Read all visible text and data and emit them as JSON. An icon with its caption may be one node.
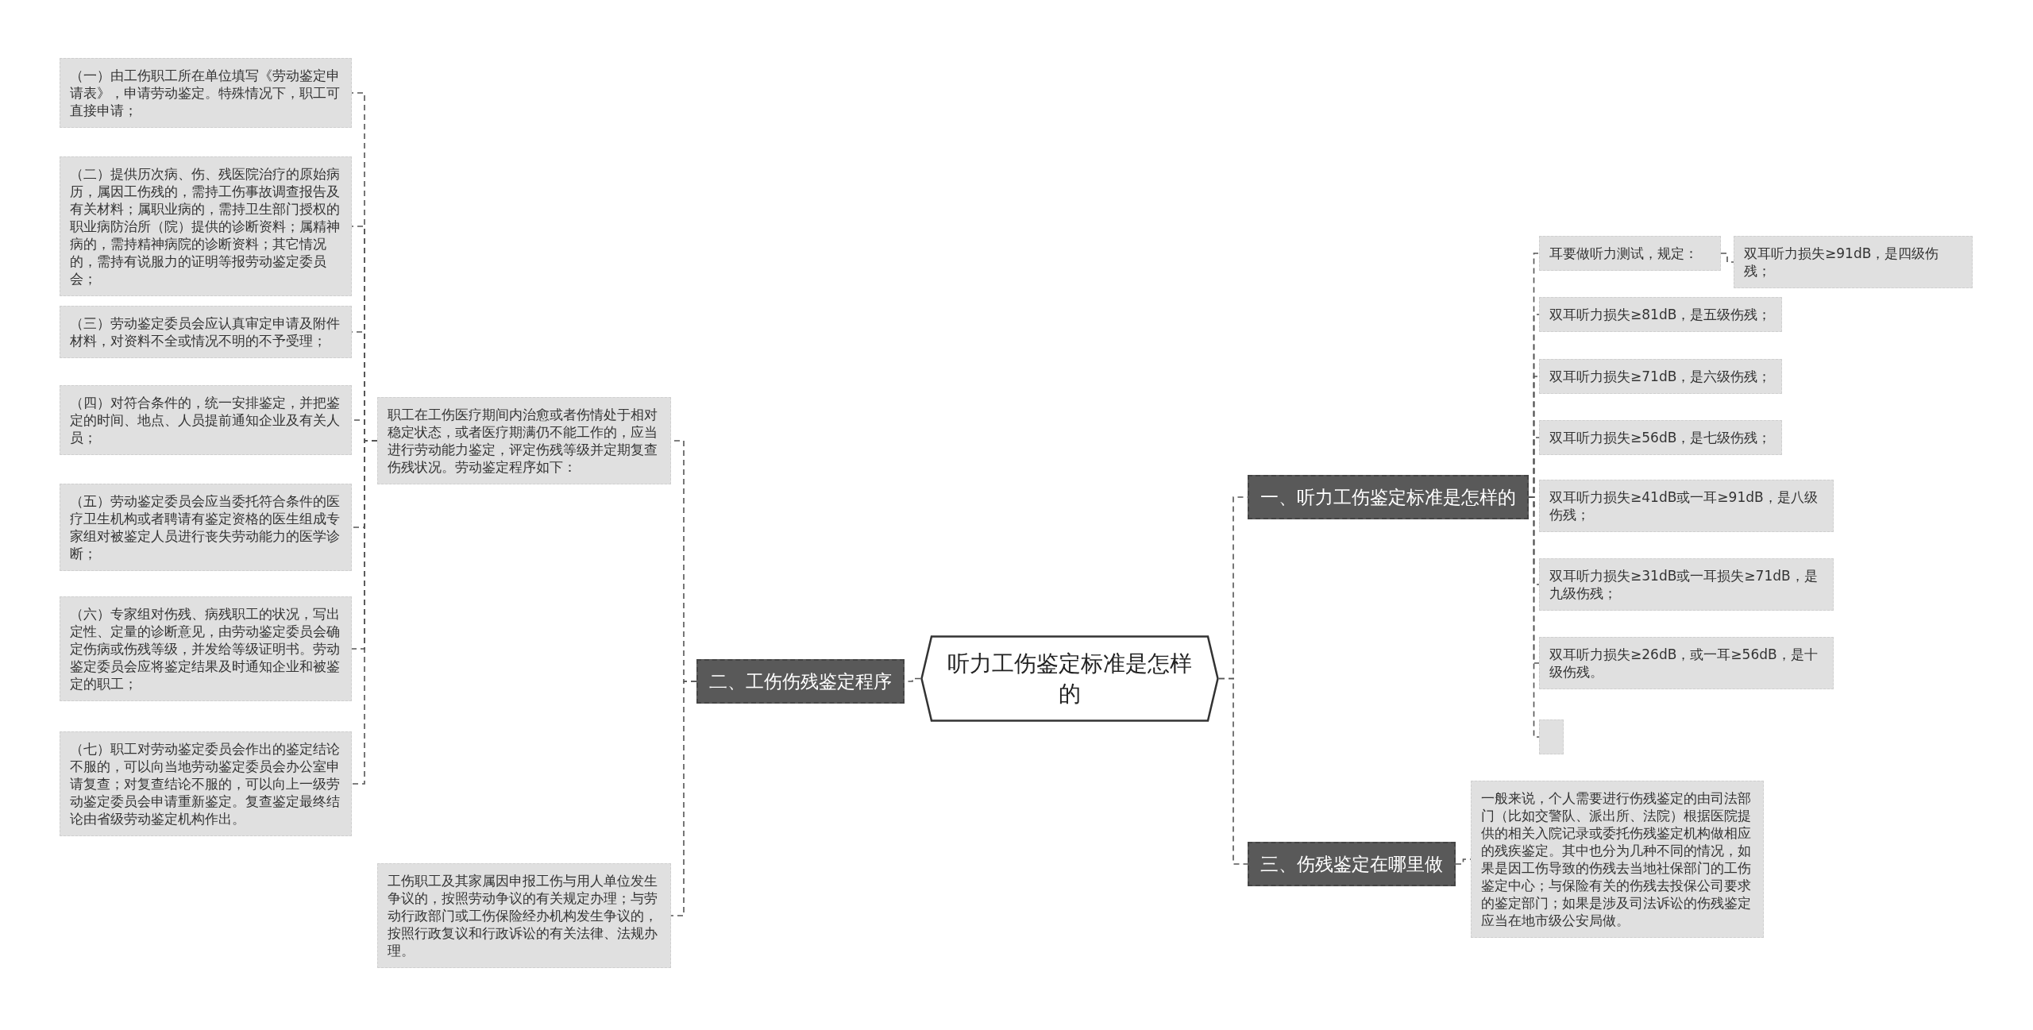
{
  "diagram": {
    "nodes": [
      {
        "text": [
          "听力工伤鉴定标准是怎样的"
        ]
      },
      {
        "text": [
          "一、听力工伤鉴定标准是怎样的"
        ]
      },
      {
        "text": [
          "耳要做听力测试，规定："
        ]
      },
      {
        "text": [
          "双耳听力损失≥91dB，是四级伤残；"
        ]
      },
      {
        "text": [
          "双耳听力损失≥81dB，是五级伤残；"
        ]
      },
      {
        "text": [
          "双耳听力损失≥71dB，是六级伤残；"
        ]
      },
      {
        "text": [
          "双耳听力损失≥56dB，是七级伤残；"
        ]
      },
      {
        "text": [
          "双耳听力损失≥41dB或一耳≥91dB，是八级伤残；"
        ]
      },
      {
        "text": [
          "双耳听力损失≥31dB或一耳损失≥71dB，是九级伤残；"
        ]
      },
      {
        "text": [
          "双耳听力损失≥26dB，或一耳≥56dB，是十级伤残。"
        ]
      },
      {
        "text": [],
        "shape": "box"
      },
      {
        "text": [
          "二、工伤伤残鉴定程序"
        ]
      },
      {
        "text": [
          "职工在工伤医疗期间内治愈或者伤情处于相对稳定状态，或者医疗期满仍不能工作的，应当进行劳动能力鉴定，评定伤残等级并定期复查伤残状况。劳动鉴定程序如下："
        ]
      },
      {
        "text": [
          "（一）由工伤职工所在单位填写《劳动鉴定申请表》，申请劳动鉴定。特殊情况下，职工可直接申请；"
        ]
      },
      {
        "text": [
          "（二）提供历次病、伤、残医院治疗的原始病历，属因工伤残的，需持工伤事故调查报告及有关材料；属职业病的，需持卫生部门授权的职业病防治所（院）提供的诊断资料；属精神病的，需持精神病院的诊断资料；其它情况的，需持有说服力的证明等报劳动鉴定委员会；"
        ]
      },
      {
        "text": [
          "（三）劳动鉴定委员会应认真审定申请及附件材料，对资料不全或情况不明的不予受理；"
        ]
      },
      {
        "text": [
          "（四）对符合条件的，统一安排鉴定，并把鉴定的时间、地点、人员提前通知企业及有关人员；"
        ]
      },
      {
        "text": [
          "（五）劳动鉴定委员会应当委托符合条件的医疗卫生机构或者聘请有鉴定资格的医生组成专家组对被鉴定人员进行丧失劳动能力的医学诊断；"
        ]
      },
      {
        "text": [
          "（六）专家组对伤残、病残职工的状况，写出定性、定量的诊断意见，由劳动鉴定委员会确定伤病或伤残等级，并发给等级证明书。劳动鉴定委员会应将鉴定结果及时通知企业和被鉴定的职工；"
        ]
      },
      {
        "text": [
          "（七）职工对劳动鉴定委员会作出的鉴定结论不服的，可以向当地劳动鉴定委员会办公室申请复查；对复查结论不服的，可以向上一级劳动鉴定委员会申请重新鉴定。复查鉴定最终结论由省级劳动鉴定机构作出。"
        ]
      },
      {
        "text": [
          "工伤职工及其家属因申报工伤与用人单位发生争议的，按照劳动争议的有关规定办理；与劳动行政部门或工伤保险经办机构发生争议的，按照行政复议和行政诉讼的有关法律、法规办理。"
        ]
      },
      {
        "text": [
          "三、伤残鉴定在哪里做"
        ]
      },
      {
        "text": [
          "一般来说，个人需要进行伤残鉴定的由司法部门（比如交警队、派出所、法院）根据医院提供的相关入院记录或委托伤残鉴定机构做相应的残疾鉴定。其中也分为几种不同的情况，如果是因工伤导致的伤残去当地社保部门的工伤鉴定中心；与保险有关的伤残去投保公司要求的鉴定部门；如果是涉及司法诉讼的伤残鉴定应当在地市级公安局做。"
        ]
      }
    ],
    "edges": [
      {
        "from": 0,
        "to": 1,
        "arrow": "none"
      },
      {
        "from": 1,
        "to": 2,
        "arrow": "none"
      },
      {
        "from": 2,
        "to": 3,
        "arrow": "none"
      },
      {
        "from": 1,
        "to": 4,
        "arrow": "none"
      },
      {
        "from": 1,
        "to": 5,
        "arrow": "none"
      },
      {
        "from": 1,
        "to": 6,
        "arrow": "none"
      },
      {
        "from": 1,
        "to": 7,
        "arrow": "none"
      },
      {
        "from": 1,
        "to": 8,
        "arrow": "none"
      },
      {
        "from": 1,
        "to": 9,
        "arrow": "none"
      },
      {
        "from": 1,
        "to": 10,
        "arrow": "none"
      },
      {
        "from": 0,
        "to": 11,
        "arrow": "none"
      },
      {
        "from": 11,
        "to": 12,
        "arrow": "none"
      },
      {
        "from": 12,
        "to": 13,
        "arrow": "none"
      },
      {
        "from": 12,
        "to": 14,
        "arrow": "none"
      },
      {
        "from": 12,
        "to": 15,
        "arrow": "none"
      },
      {
        "from": 12,
        "to": 16,
        "arrow": "none"
      },
      {
        "from": 12,
        "to": 17,
        "arrow": "none"
      },
      {
        "from": 12,
        "to": 18,
        "arrow": "none"
      },
      {
        "from": 12,
        "to": 19,
        "arrow": "none"
      },
      {
        "from": 11,
        "to": 20,
        "arrow": "none"
      },
      {
        "from": 0,
        "to": 21,
        "arrow": "none"
      },
      {
        "from": 21,
        "to": 22,
        "arrow": "none"
      }
    ]
  }
}
